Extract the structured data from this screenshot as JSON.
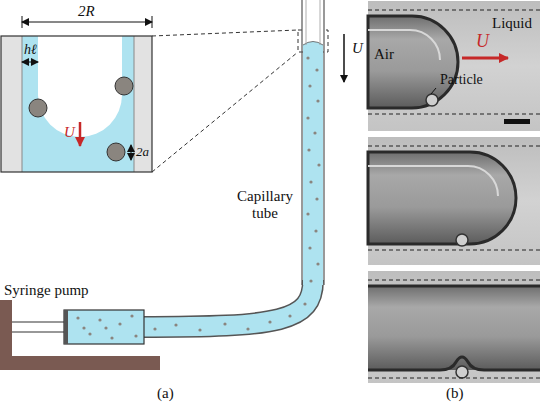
{
  "diagram": {
    "labels": [
      "2R",
      "hℓ",
      "U",
      "2a",
      "U",
      "Capillary tube",
      "Syringe pump",
      "(a)",
      "Liquid",
      "Air",
      "U",
      "Particle",
      "(b)"
    ]
  }
}
